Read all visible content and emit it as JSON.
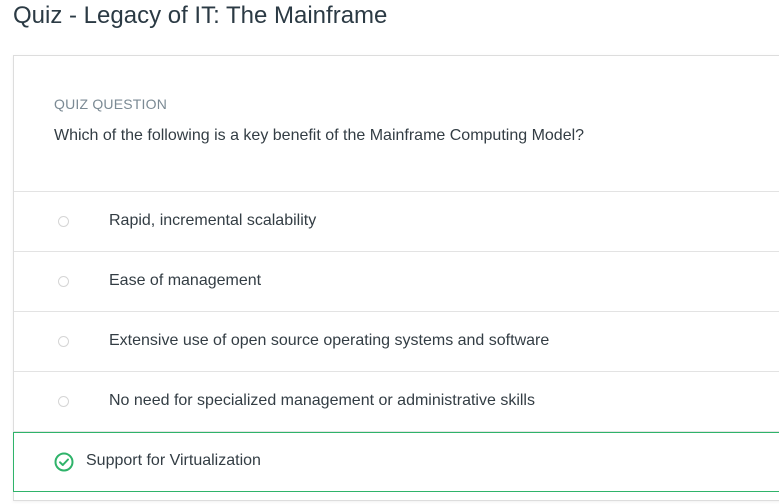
{
  "page": {
    "title": "Quiz - Legacy of IT: The Mainframe"
  },
  "quiz": {
    "question_label": "QUIZ QUESTION",
    "question_text": "Which of the following is a key benefit of the Mainframe Computing Model?",
    "options": [
      {
        "label": "Rapid, incremental scalability",
        "state": "unselected"
      },
      {
        "label": "Ease of management",
        "state": "unselected"
      },
      {
        "label": "Extensive use of open source operating systems and software",
        "state": "unselected"
      },
      {
        "label": "No need for specialized management or administrative skills",
        "state": "unselected"
      },
      {
        "label": "Support for Virtualization",
        "state": "correct"
      }
    ]
  },
  "colors": {
    "correct": "#2fb36a",
    "text": "#333d44",
    "muted": "#7b8a94"
  },
  "icons": {
    "unselected": "radio-circle-icon",
    "correct": "check-circle-icon"
  }
}
